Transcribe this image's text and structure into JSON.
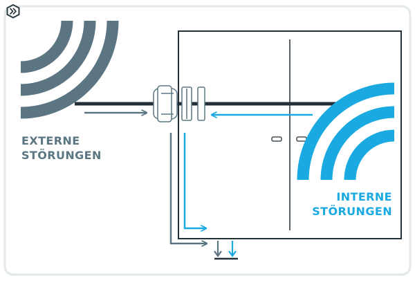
{
  "colors": {
    "external": "#5b7682",
    "internal": "#1aa9e0",
    "border": "#e3e8ea",
    "cabinet": "#222f37",
    "badge": "#2b3a42"
  },
  "icons": {
    "badge": "double-chevron-right-icon",
    "ground": "ground-symbol-icon"
  },
  "external_label": {
    "line1": "EXTERNE",
    "line2": "STÖRUNGEN"
  },
  "internal_label": {
    "line1": "INTERNE",
    "line2": "STÖRUNGEN"
  }
}
